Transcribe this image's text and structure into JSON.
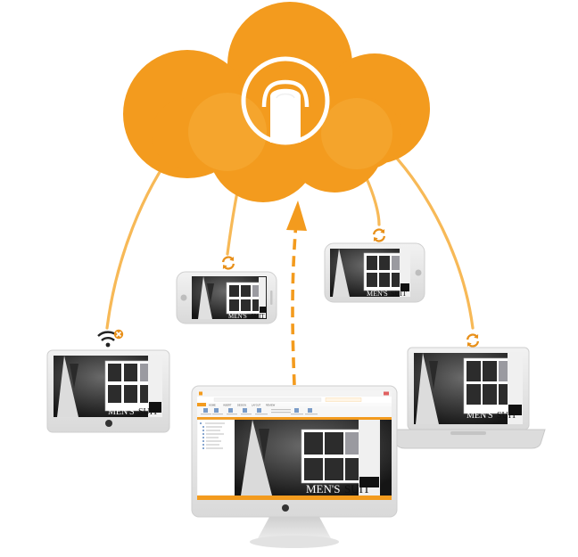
{
  "colors": {
    "cloud": "#f39b1e",
    "cloud_shade": "#f6ad3a",
    "connector": "#f7b957",
    "sync_arrow": "#e8901a",
    "device_frame": "#e4e4e4",
    "device_edge": "#cfcfcf",
    "screen_black": "#1b1b1b"
  },
  "icons": {
    "cloud": "cloud-icon",
    "touch": "finger-touch-icon",
    "sync": "sync-icon",
    "wifi_off": "wifi-disconnected-icon"
  },
  "product_label": {
    "left": "MEN'S",
    "right": "SUIT"
  },
  "browser": {
    "tabs": [
      "HOME",
      "INSERT",
      "DESIGN",
      "LAYOUT",
      "REVIEW"
    ]
  }
}
